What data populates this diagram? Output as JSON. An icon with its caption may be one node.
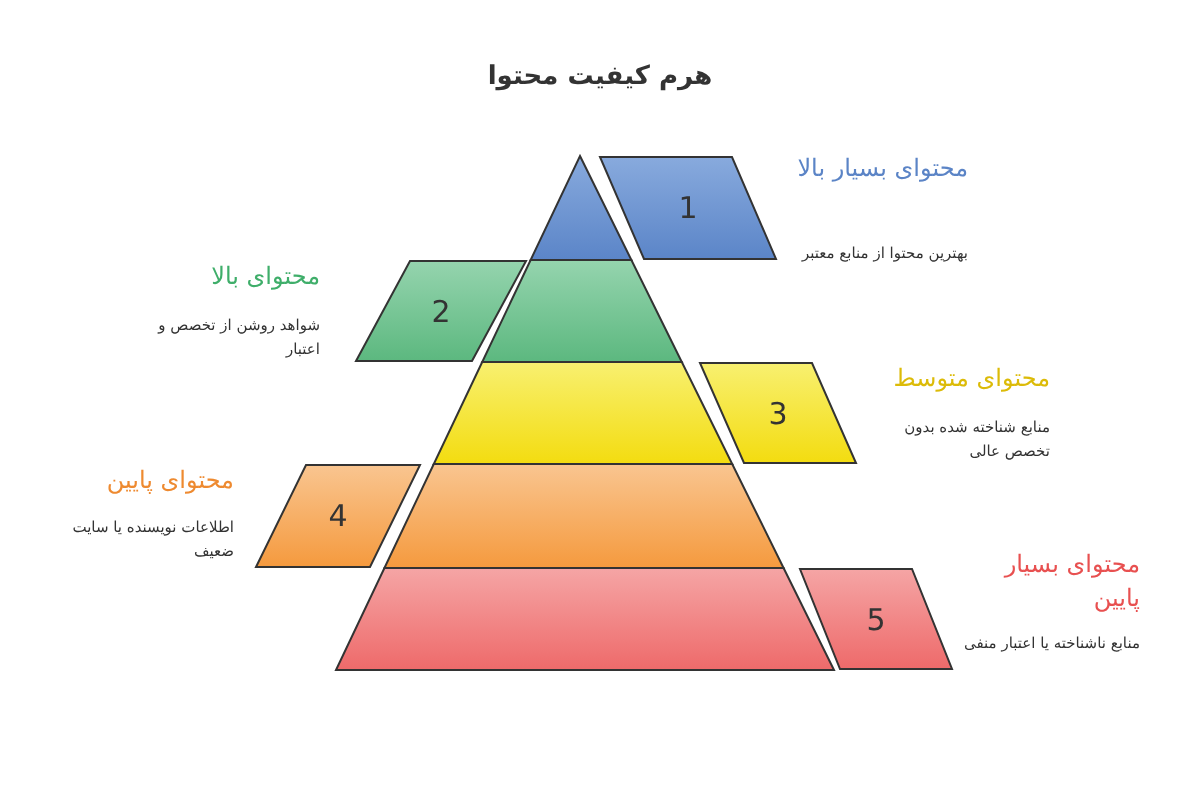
{
  "diagram": {
    "title": "هرم کیفیت محتوا",
    "nodes": [
      {
        "text": [
          "1"
        ],
        "beside": [
          "محتوای بسیار بالا",
          "بهترین محتوا از منابع معتبر"
        ]
      },
      {
        "text": [
          "2"
        ],
        "beside": [
          "محتوای بالا",
          "شواهد روشن از تخصص و اعتبار"
        ]
      },
      {
        "text": [
          "3"
        ],
        "beside": [
          "محتوای متوسط",
          "منابع شناخته شده بدون تخصص عالی"
        ]
      },
      {
        "text": [
          "4"
        ],
        "beside": [
          "محتوای پایین",
          "اطلاعات نویسنده یا سایت ضعیف"
        ]
      },
      {
        "text": [
          "5"
        ],
        "beside": [
          "محتوای بسیار پایین",
          "منابع ناشناخته یا اعتبار منفی"
        ]
      }
    ]
  }
}
